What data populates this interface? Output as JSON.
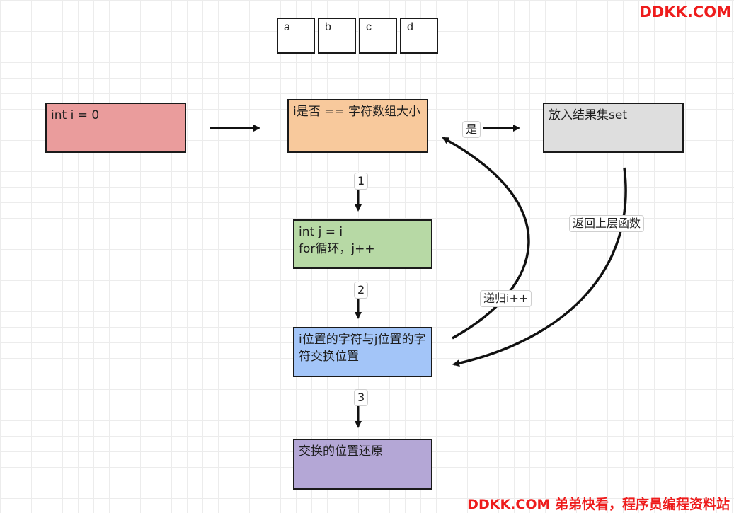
{
  "watermark": {
    "top": "DDKK.COM",
    "bottom": "DDKK.COM 弟弟快看，程序员编程资料站"
  },
  "array_cells": [
    "a",
    "b",
    "c",
    "d"
  ],
  "nodes": {
    "init": "int i = 0",
    "check": "i是否 == 字符数组大小",
    "result": "放入结果集set",
    "loop_line1": "int j = i",
    "loop_line2": "for循环，j++",
    "swap": "i位置的字符与j位置的字符交换位置",
    "restore": "交换的位置还原"
  },
  "labels": {
    "yes": "是",
    "step1": "1",
    "step2": "2",
    "step3": "3",
    "return_up": "返回上层函数",
    "recurse": "递归i++"
  },
  "colors": {
    "init": "#ea9c9c",
    "check": "#f8c99c",
    "result": "#dedede",
    "loop": "#b7d9a5",
    "swap": "#a3c5f8",
    "restore": "#b4a7d6"
  }
}
